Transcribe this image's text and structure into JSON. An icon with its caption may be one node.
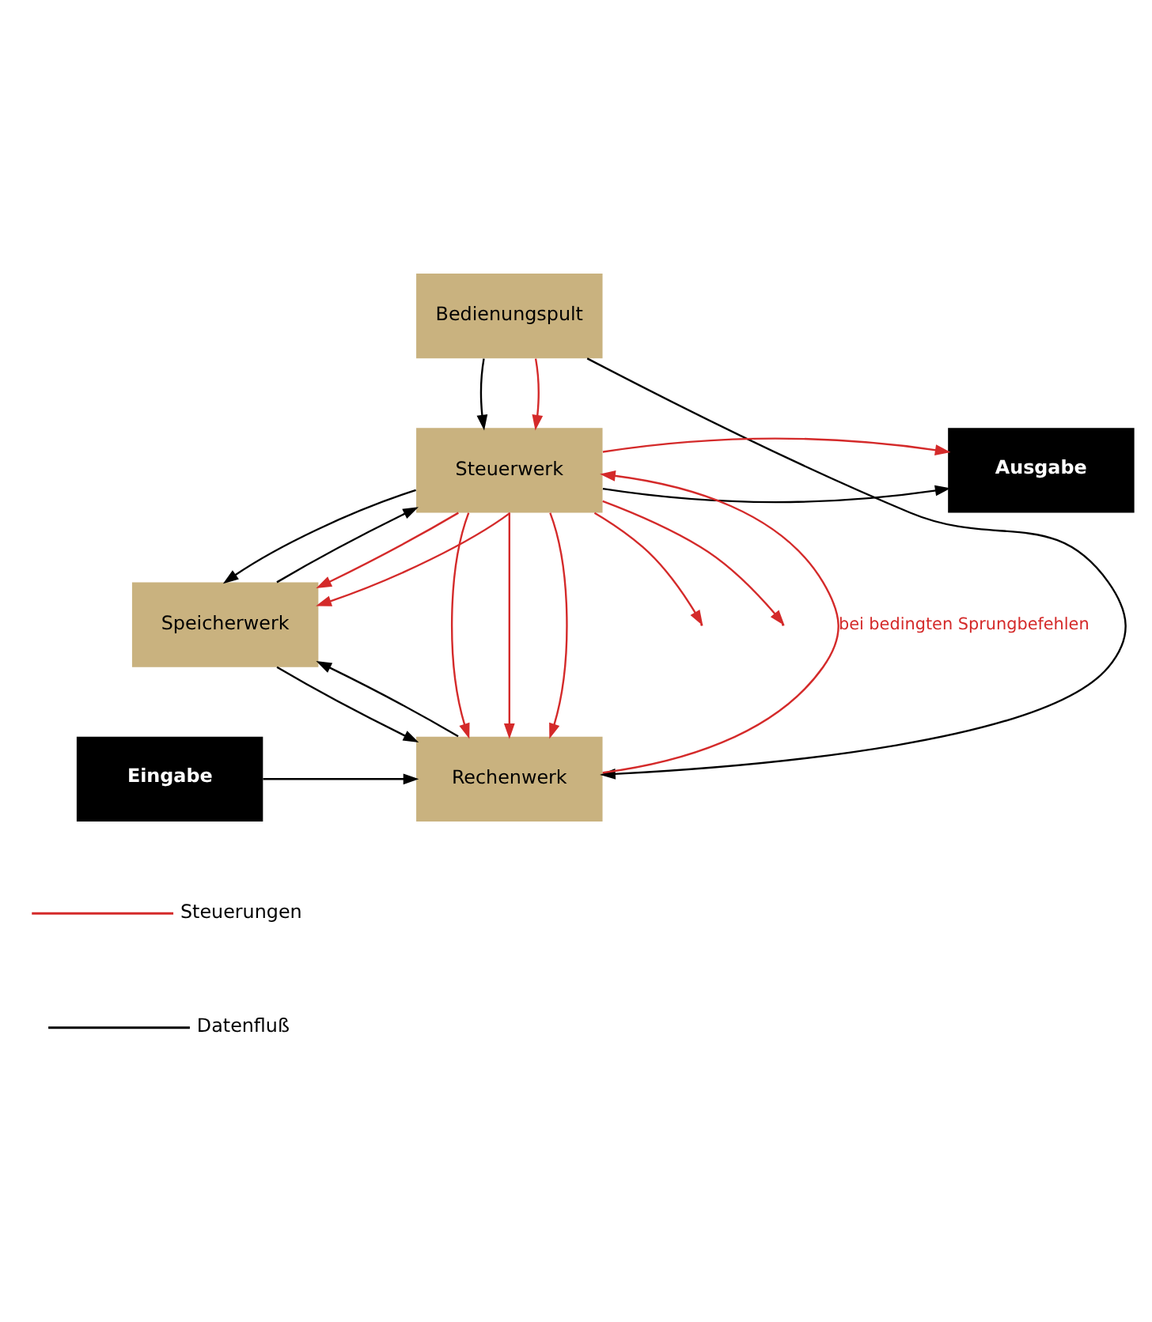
{
  "diagram": {
    "nodes": [
      {
        "text": [
          "Bedienungspult"
        ]
      },
      {
        "text": [
          "Ausgabe"
        ]
      },
      {
        "text": [
          "Steuerwerk"
        ]
      },
      {
        "text": [
          "Speicherwerk"
        ]
      },
      {
        "text": [
          "Eingabe"
        ]
      },
      {
        "text": [
          "Rechenwerk"
        ]
      }
    ],
    "edges": [
      {
        "from": 0,
        "to": 2,
        "arrow": "to",
        "color": "#000000"
      },
      {
        "from": 0,
        "to": 2,
        "arrow": "to"
      },
      {
        "from": 2,
        "to": null,
        "arrow": "to"
      },
      {
        "from": 2,
        "to": 1,
        "arrow": "to",
        "color": "#000000"
      },
      {
        "from": 2,
        "to": 1,
        "arrow": "to"
      },
      {
        "from": 2,
        "to": null,
        "arrow": "to"
      },
      {
        "from": 3,
        "to": 2,
        "arrow": "to",
        "color": "#000000"
      },
      {
        "from": 2,
        "to": 3,
        "arrow": "to",
        "color": "#000000"
      },
      {
        "from": 2,
        "to": 3,
        "arrow": "to"
      },
      {
        "from": 2,
        "to": 3,
        "arrow": "to"
      },
      {
        "from": 5,
        "to": 3,
        "arrow": "to",
        "color": "#000000"
      },
      {
        "from": 3,
        "to": 5,
        "arrow": "to",
        "color": "#000000"
      },
      {
        "from": 2,
        "to": 5,
        "arrow": "to"
      },
      {
        "from": 2,
        "to": 5,
        "arrow": "to"
      },
      {
        "from": 2,
        "to": 5,
        "arrow": "to"
      },
      {
        "from": 4,
        "to": 5,
        "arrow": "to",
        "color": "#000000"
      },
      {
        "from": 5,
        "to": 2,
        "arrow": "to",
        "label": "bei bedingten Sprungbefehlen"
      },
      {
        "from": 0,
        "to": 5,
        "arrow": "to",
        "color": "#000000"
      }
    ],
    "legend": [
      {
        "text": "Steuerungen"
      },
      {
        "text": "Datenfluß"
      }
    ]
  }
}
